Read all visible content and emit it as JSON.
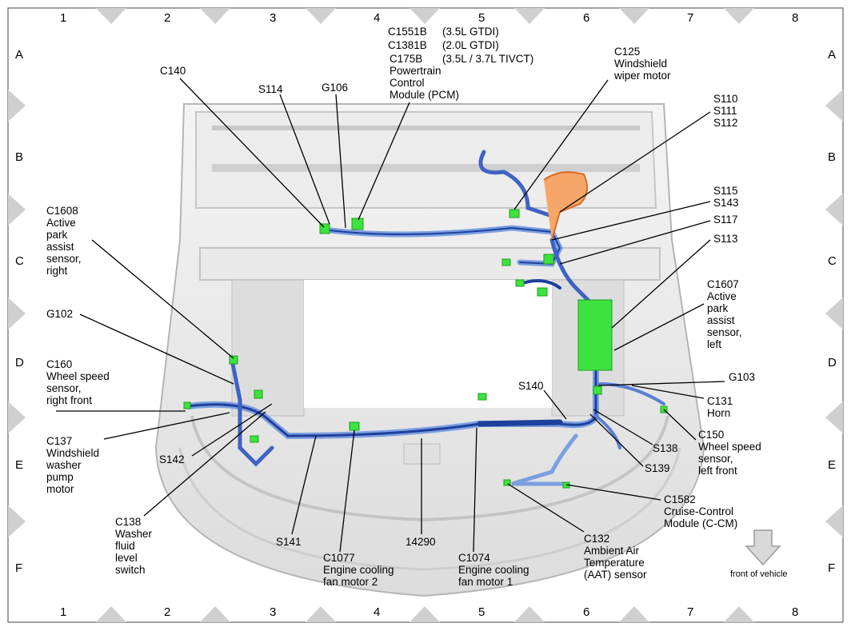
{
  "grid": {
    "columns": [
      "1",
      "2",
      "3",
      "4",
      "5",
      "6",
      "7",
      "8"
    ],
    "rows": [
      "A",
      "B",
      "C",
      "D",
      "E",
      "F"
    ]
  },
  "labels": {
    "c1551b": "C1551B",
    "c1551b_note": "(3.5L GTDI)",
    "c1381b": "C1381B",
    "c1381b_note": "(2.0L GTDI)",
    "c175b": "C175B",
    "c175b_note": "(3.5L / 3.7L TIVCT)",
    "pcm": "Powertrain\nControl\nModule (PCM)",
    "c140": "C140",
    "s114": "S114",
    "g106": "G106",
    "c125": "C125\nWindshield\nwiper motor",
    "s110": "S110\nS111\nS112",
    "s115": "S115\nS143",
    "s117": "S117",
    "s113": "S113",
    "c1608": "C1608\nActive\npark\nassist\nsensor,\nright",
    "c1607": "C1607\nActive\npark\nassist\nsensor,\nleft",
    "g102": "G102",
    "c160": "C160\nWheel speed\nsensor,\nright front",
    "c137": "C137\nWindshield\nwasher\npump\nmotor",
    "s142": "S142",
    "c138": "C138\nWasher\nfluid\nlevel\nswitch",
    "s141": "S141",
    "c1077": "C1077\nEngine cooling\nfan motor 2",
    "n14290": "14290",
    "c1074": "C1074\nEngine cooling\nfan motor 1",
    "c132": "C132\nAmbient Air\nTemperature\n(AAT) sensor",
    "c1582": "C1582\nCruise-Control\nModule (C-CM)",
    "s140": "S140",
    "g103": "G103",
    "c131": "C131\nHorn",
    "c150": "C150\nWheel speed\nsensor,\nleft front",
    "s138": "S138",
    "s139": "S139",
    "front": "front of vehicle"
  },
  "colors": {
    "harness_dark": "#1f3f9c",
    "harness_light": "#7b9fe0",
    "connector": "#3ee23e",
    "orange": "#f08a3a",
    "frame_grey": "#c9c9c9",
    "body_grey": "#e6e6e6"
  }
}
